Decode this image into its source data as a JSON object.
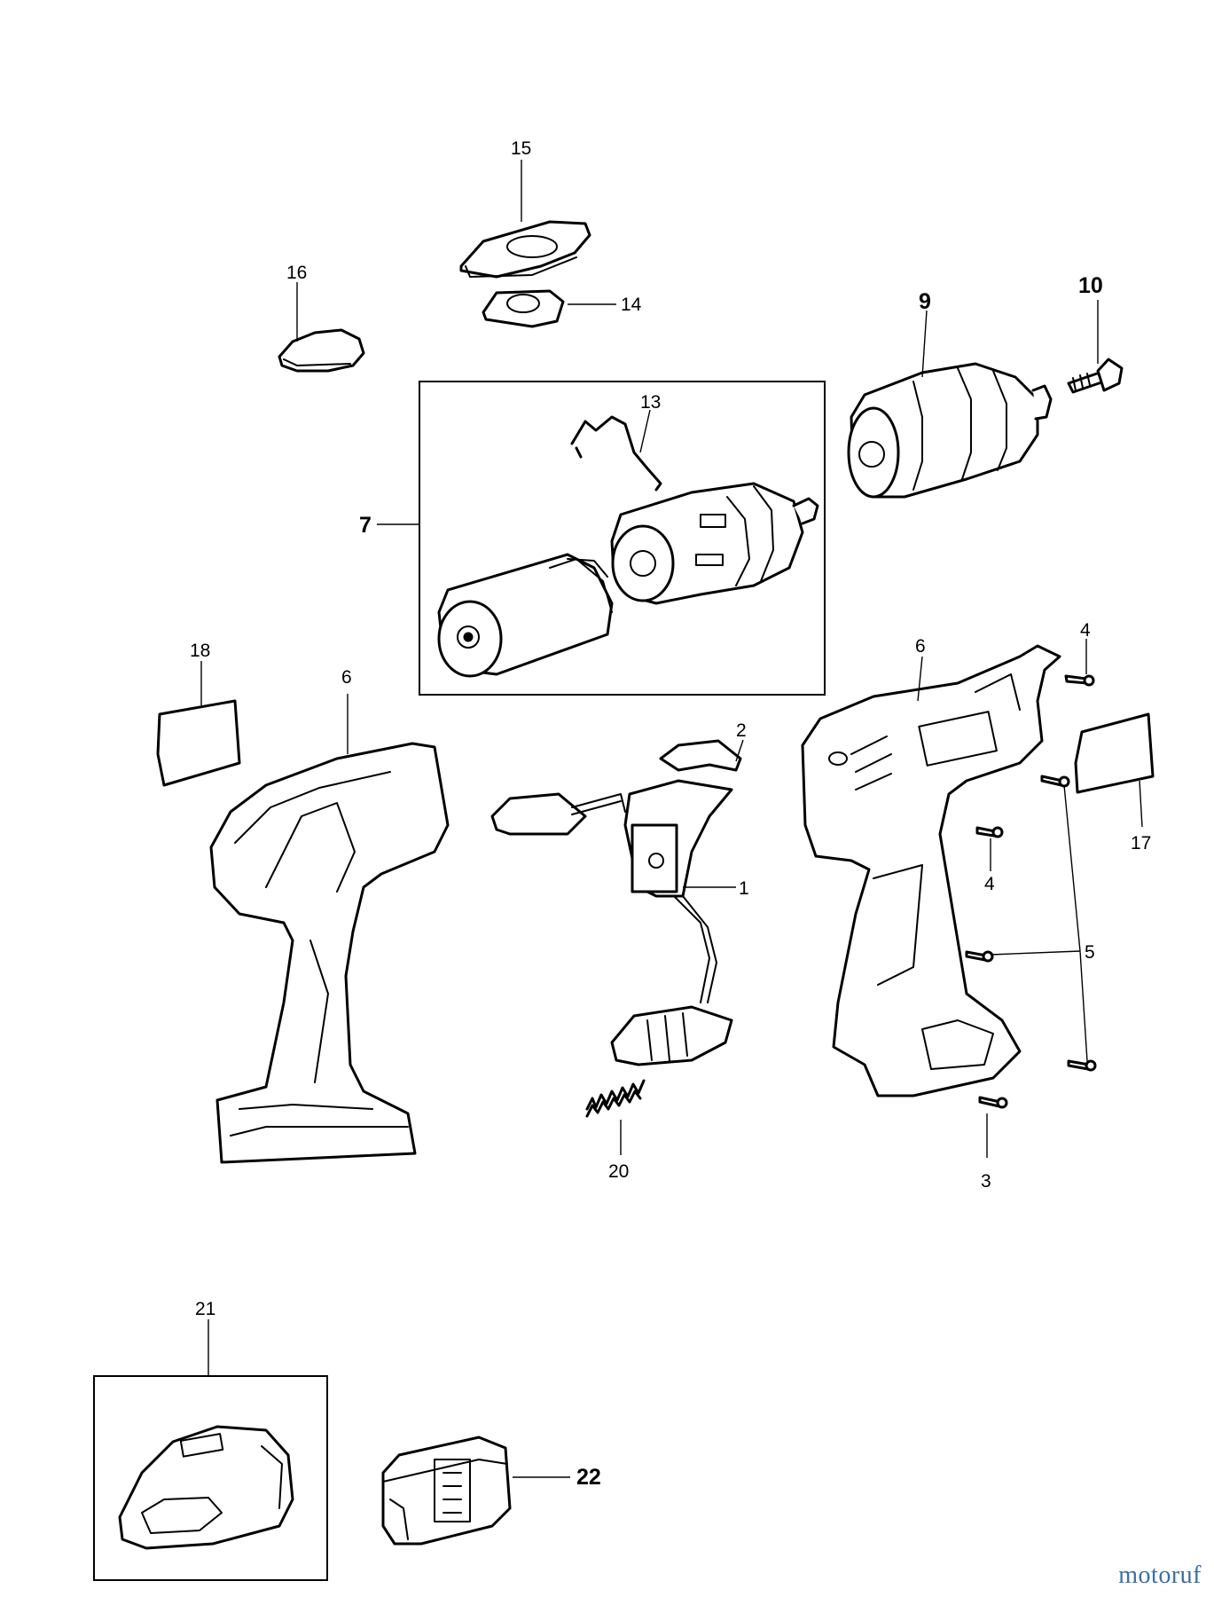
{
  "labels": {
    "l1": "1",
    "l2": "2",
    "l3": "3",
    "l4a": "4",
    "l4b": "4",
    "l5": "5",
    "l6a": "6",
    "l6b": "6",
    "l7": "7",
    "l9": "9",
    "l10": "10",
    "l13": "13",
    "l14": "14",
    "l15": "15",
    "l16": "16",
    "l17": "17",
    "l18": "18",
    "l20": "20",
    "l21": "21",
    "l22": "22"
  },
  "watermark": "motoruf"
}
